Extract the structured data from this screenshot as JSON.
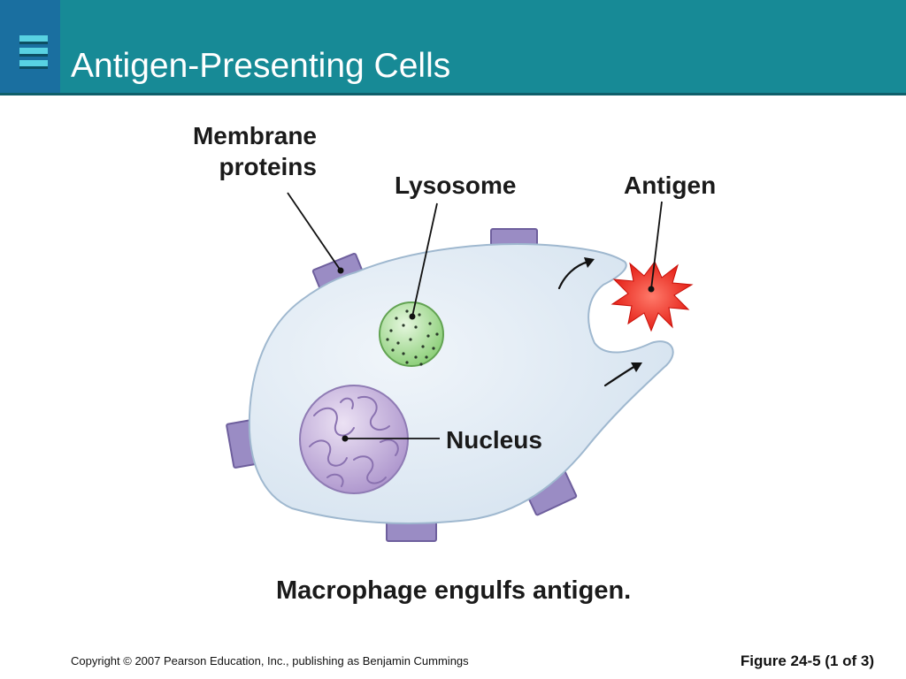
{
  "slide": {
    "title": "Antigen-Presenting Cells",
    "caption": "Macrophage engulfs antigen.",
    "copyright": "Copyright © 2007 Pearson Education, Inc., publishing as Benjamin Cummings",
    "figure_ref": "Figure 24-5 (1 of 3)"
  },
  "diagram": {
    "labels": {
      "membrane_line1": "Membrane",
      "membrane_line2": "proteins",
      "lysosome": "Lysosome",
      "antigen": "Antigen",
      "nucleus": "Nucleus"
    },
    "colors": {
      "header": "#178a96",
      "cell_fill": "#dfeaf4",
      "membrane_protein": "#9a8cc4",
      "lysosome": "#b5e3a5",
      "nucleus": "#c9b6dc",
      "antigen": "#ee2a1e"
    }
  }
}
